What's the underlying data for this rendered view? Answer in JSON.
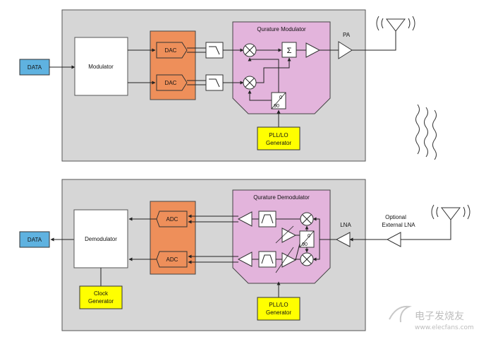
{
  "tx": {
    "data": "DATA",
    "modulator": "Modulator",
    "dac_top": "DAC",
    "dac_bottom": "DAC",
    "qmod_title": "Qurature Modulator",
    "sum_symbol": "Σ",
    "phase_0": "0",
    "phase_90": "90",
    "pa": "PA",
    "pll_line1": "PLL/LO",
    "pll_line2": "Generator"
  },
  "rx": {
    "data": "DATA",
    "demodulator": "Demodulator",
    "adc_top": "ADC",
    "adc_bottom": "ADC",
    "qdemod_title": "Qurature Demodulator",
    "phase_0": "0",
    "phase_90": "90",
    "lna": "LNA",
    "opt_line1": "Optional",
    "opt_line2": "External LNA",
    "clock_line1": "Clock",
    "clock_line2": "Generator",
    "pll_line1": "PLL/LO",
    "pll_line2": "Generator"
  },
  "watermark": {
    "line1": "电子发烧友",
    "line2": "www.elecfans.com"
  },
  "colors": {
    "panel": "#d6d6d6",
    "data_box": "#5fb2e0",
    "converter": "#ee8f5a",
    "quadrature": "#e3b4dc",
    "generator": "#ffff00"
  }
}
